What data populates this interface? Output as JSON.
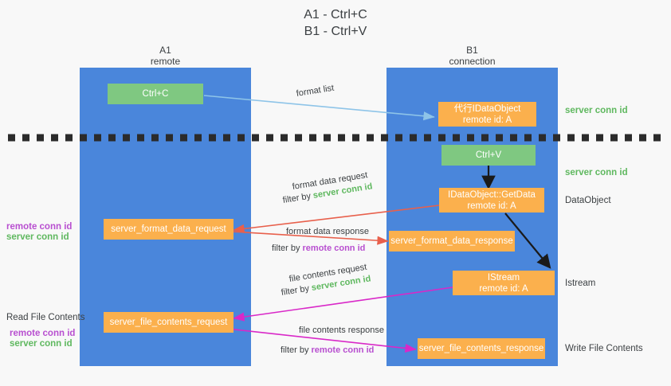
{
  "title": {
    "line1": "A1 - Ctrl+C",
    "line2": "B1 - Ctrl+V"
  },
  "colors": {
    "lane": "#4a86db",
    "green_box": "#7fc881",
    "orange_box": "#fbb04d",
    "server_conn_id": "#5fb85f",
    "remote_conn_id": "#b84fd0",
    "arrow_blue": "#8ec4e8",
    "arrow_red": "#e8604c",
    "arrow_magenta": "#d928c8",
    "arrow_black": "#1a1a1a",
    "text": "#3c4043",
    "background": "#f8f8f8"
  },
  "columns": [
    {
      "id": "a1",
      "title": "A1",
      "subtitle": "remote"
    },
    {
      "id": "b1",
      "title": "B1",
      "subtitle": "connection"
    }
  ],
  "nodes": {
    "ctrl_c": {
      "line1": "Ctrl+C",
      "line2": "",
      "kind": "green"
    },
    "proxy_idataobject": {
      "line1": "代行IDataObject",
      "line2": "remote id: A",
      "kind": "orange"
    },
    "ctrl_v": {
      "line1": "Ctrl+V",
      "line2": "",
      "kind": "green"
    },
    "getdata": {
      "line1": "IDataObject::GetData",
      "line2": "remote id: A",
      "kind": "orange"
    },
    "istream": {
      "line1": "IStream",
      "line2": "remote id: A",
      "kind": "orange"
    },
    "fmt_req": {
      "line1": "server_format_data_request",
      "line2": "",
      "kind": "orange"
    },
    "fmt_resp": {
      "line1": "server_format_data_response",
      "line2": "",
      "kind": "orange"
    },
    "file_req": {
      "line1": "server_file_contents_request",
      "line2": "",
      "kind": "orange"
    },
    "file_resp": {
      "line1": "server_file_contents_response",
      "line2": "",
      "kind": "orange"
    }
  },
  "right_annotations": {
    "server_conn_id_top": "server conn id",
    "server_conn_id_second": "server conn id",
    "dataobject": "DataObject",
    "istream": "Istream",
    "write_file_contents": "Write File Contents"
  },
  "left_annotations": {
    "remote_conn_id_upper": "remote conn id",
    "server_conn_id_upper": "server conn id",
    "read_file_contents": "Read File Contents",
    "remote_conn_id_lower": "remote conn id",
    "server_conn_id_lower": "server conn id"
  },
  "edge_labels": {
    "format_list": "format list",
    "fmt_req_title": "format data request",
    "fmt_req_filter_pre": "filter by ",
    "fmt_req_filter_key": "server conn id",
    "fmt_resp_title": "format data response",
    "fmt_resp_filter_pre": "filter by ",
    "fmt_resp_filter_key": "remote conn id",
    "file_req_title": "file contents request",
    "file_req_filter_pre": "filter by ",
    "file_req_filter_key": "server conn id",
    "file_resp_title": "file contents response",
    "file_resp_filter_pre": "filter by ",
    "file_resp_filter_key": "remote conn id"
  }
}
